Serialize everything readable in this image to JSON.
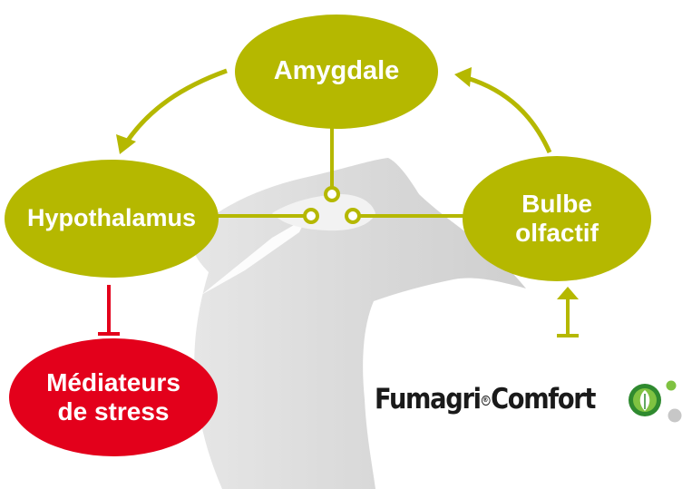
{
  "nodes": {
    "amygdale": "Amygdale",
    "hypothalamus": "Hypothalamus",
    "bulbe_line1": "Bulbe",
    "bulbe_line2": "olfactif",
    "mediateurs_line1": "Médiateurs",
    "mediateurs_line2": "de stress"
  },
  "brand": {
    "name_part1": "Fumagri",
    "registered_mark": "®",
    "name_part2": "Comfort",
    "logo_icon": "leaf-dots-icon"
  },
  "colors": {
    "node_green": "#b5b800",
    "node_red": "#e3001b",
    "silhouette": "#dcdcdc",
    "text": "#ffffff"
  }
}
